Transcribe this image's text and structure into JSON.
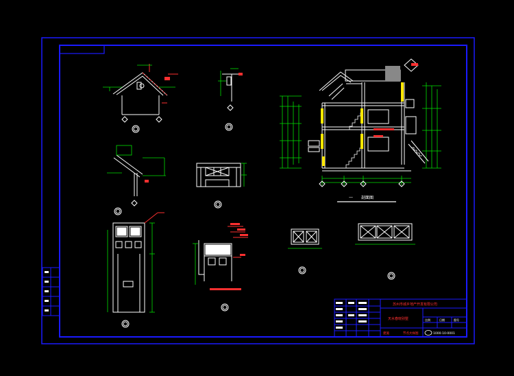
{
  "drawing": {
    "section_title": "剖面图",
    "section_number": "一",
    "colors": {
      "background": "#000000",
      "frame": "#1a1aff",
      "outline": "#ffffff",
      "dimension": "#00e000",
      "annotation": "#ff3030",
      "highlight": "#ffe800",
      "blue_line": "#2c5cff"
    },
    "detail_markers": [
      "circle-marker",
      "circle-marker",
      "circle-marker",
      "circle-marker",
      "circle-marker",
      "circle-marker",
      "circle-marker",
      "circle-marker",
      "circle-marker",
      "circle-marker"
    ]
  },
  "title_block": {
    "company": "苏州市城乡地产开发有限公司",
    "project": "天水春晓别墅",
    "drawing_label": "节点大样图",
    "sheet_label": "建施",
    "scale_label": "比例",
    "date_label": "日期",
    "number_label": "图号",
    "stamp": "1000-10-0001"
  },
  "side_stamp": {
    "rows": [
      "",
      "",
      "",
      "",
      ""
    ]
  }
}
